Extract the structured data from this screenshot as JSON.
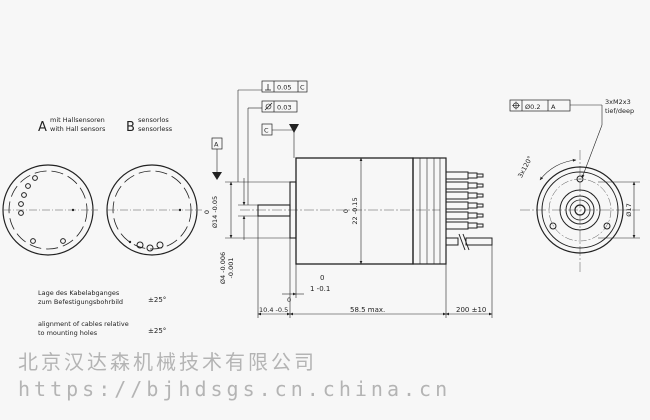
{
  "views": {
    "a_letter": "A",
    "a_title_de": "mit Hallsensoren",
    "a_title_en": "with Hall sensors",
    "b_letter": "B",
    "b_title_de": "sensorlos",
    "b_title_en": "sensorless"
  },
  "notes": {
    "line1": "Lage des Kabelabganges",
    "line2": "zum Befestigungsbohrbild",
    "line3": "alignment of cables relative",
    "line4": "to mounting holes",
    "tol1": "±25°",
    "tol2": "±25°"
  },
  "tolerances": {
    "perp_value": "0.05",
    "perp_ref": "C",
    "flat_value": "0.03",
    "datum_c": "C",
    "datum_a": "A",
    "pos_value": "Ø0.2",
    "pos_ref": "A"
  },
  "dims": {
    "d14_a": "0",
    "d14_b": "Ø14 -0.05",
    "d4": "Ø4 -0.006",
    "d4_b": "-0.001",
    "body_a": "0",
    "body_b": "22 -0.15",
    "gap_a": "0",
    "gap_b": "1 -0.1",
    "shaft_a": "0",
    "shaft_b": "10.4 -0.5",
    "len": "58.5 max.",
    "cable": "200 ±10",
    "holes": "3xM2x3",
    "depth": "tief/deep",
    "angle": "3x120°",
    "d17": "Ø17"
  },
  "watermark": {
    "line1": "北京汉达森机械技术有限公司",
    "line2": "https://bjhdsgs.cn.china.cn"
  }
}
